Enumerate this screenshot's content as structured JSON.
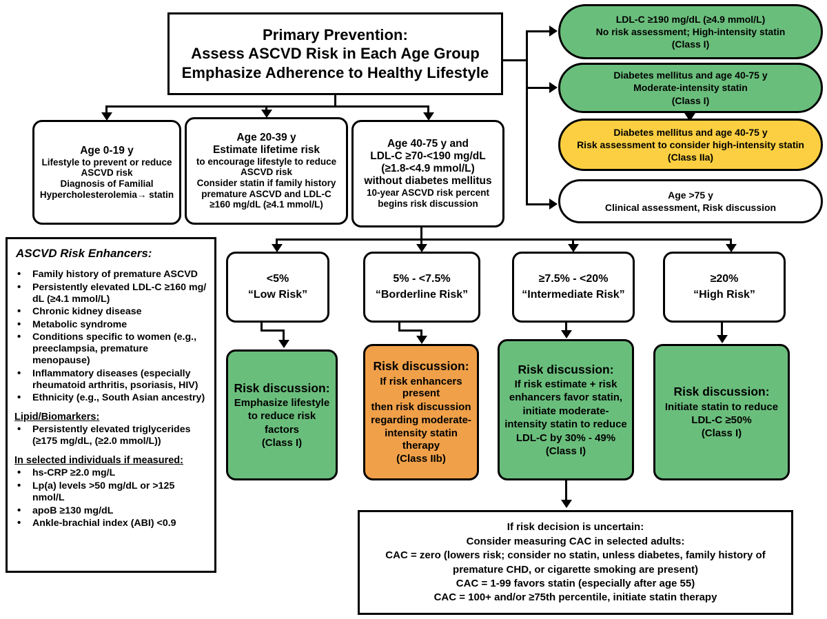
{
  "figure": {
    "type": "clinical-decision-flowchart",
    "colors": {
      "green": "#6ABE7C",
      "yellow": "#FBCF41",
      "orange": "#F0A049",
      "white": "#FFFFFF",
      "outline": "#000000"
    }
  },
  "title_box": {
    "lines": [
      "Primary Prevention:",
      "Assess ASCVD Risk in Each Age Group",
      "Emphasize Adherence to Healthy Lifestyle"
    ]
  },
  "right_column": [
    {
      "id": "ldl-190",
      "color": "green",
      "lines": [
        "LDL-C ≥190 mg/dL (≥4.9 mmol/L)",
        "No risk assessment; High-intensity statin",
        "(Class I)"
      ]
    },
    {
      "id": "diabetes-moderate",
      "color": "green",
      "lines": [
        "Diabetes mellitus and age 40-75 y",
        "Moderate-intensity statin",
        "(Class I)"
      ]
    },
    {
      "id": "diabetes-high-consider",
      "color": "yellow",
      "lines": [
        "Diabetes mellitus and age 40-75 y",
        "Risk assessment to consider high-intensity statin",
        "(Class IIa)"
      ]
    },
    {
      "id": "age-over-75",
      "color": "white",
      "lines": [
        "Age >75 y",
        "Clinical assessment, Risk discussion"
      ]
    }
  ],
  "age_groups": [
    {
      "id": "age-0-19",
      "lines": [
        {
          "text": "Age 0-19 y",
          "style": "med"
        },
        {
          "text": "Lifestyle to prevent or reduce",
          "style": "sm"
        },
        {
          "text": "ASCVD risk",
          "style": "sm"
        },
        {
          "text": "Diagnosis of Familial",
          "style": "sm"
        },
        {
          "text": "Hypercholesterolemia→ statin",
          "style": "sm"
        }
      ]
    },
    {
      "id": "age-20-39",
      "lines": [
        {
          "text": "Age 20-39 y",
          "style": "med"
        },
        {
          "text": "Estimate lifetime risk",
          "style": "med"
        },
        {
          "text": "to encourage lifestyle to reduce",
          "style": "sm"
        },
        {
          "text": "ASCVD risk",
          "style": "sm"
        },
        {
          "text": "Consider statin if family history",
          "style": "sm"
        },
        {
          "text": "premature ASCVD and LDL-C",
          "style": "sm"
        },
        {
          "text": "≥160 mg/dL (≥4.1 mmol/L)",
          "style": "sm"
        }
      ]
    },
    {
      "id": "age-40-75",
      "lines": [
        {
          "text": "Age 40-75 y and",
          "style": "med"
        },
        {
          "text": "LDL-C ≥70-<190 mg/dL",
          "style": "med"
        },
        {
          "text": "(≥1.8-<4.9 mmol/L)",
          "style": "med"
        },
        {
          "text": "without diabetes mellitus",
          "style": "med"
        },
        {
          "text": "10-year ASCVD risk percent",
          "style": "sm"
        },
        {
          "text": "begins risk discussion",
          "style": "sm"
        }
      ]
    }
  ],
  "enhancers_panel": {
    "title": "ASCVD Risk Enhancers:",
    "items": [
      "Family history of premature ASCVD",
      "Persistently elevated LDL-C ≥160 mg/ dL (≥4.1 mmol/L)",
      "Chronic kidney disease",
      "Metabolic syndrome",
      "Conditions specific to women (e.g., preeclampsia, premature menopause)",
      "Inflammatory diseases (especially rheumatoid arthritis, psoriasis, HIV)",
      "Ethnicity (e.g., South Asian ancestry)"
    ],
    "lipid_heading": "Lipid/Biomarkers:",
    "lipid_items": [
      "Persistently elevated triglycerides (≥175 mg/dL,  (≥2.0 mmol/L))"
    ],
    "measured_heading": "In selected individuals if measured:",
    "measured_items": [
      "hs-CRP ≥2.0 mg/L",
      "Lp(a) levels >50 mg/dL or >125 nmol/L",
      "apoB ≥130 mg/dL",
      "Ankle-brachial index (ABI) <0.9"
    ]
  },
  "risk_tiers": [
    {
      "id": "low",
      "range": "<5%",
      "label": "“Low Risk”"
    },
    {
      "id": "borderline",
      "range": "5% - <7.5%",
      "label": "“Borderline Risk”"
    },
    {
      "id": "intermediate",
      "range": "≥7.5% - <20%",
      "label": "“Intermediate Risk”"
    },
    {
      "id": "high",
      "range": "≥20%",
      "label": "“High Risk”"
    }
  ],
  "outcomes": [
    {
      "id": "outcome-low",
      "color": "green",
      "heading": "Risk discussion:",
      "lines": [
        "Emphasize lifestyle",
        "to reduce risk",
        "factors",
        "(Class I)"
      ]
    },
    {
      "id": "outcome-borderline",
      "color": "orange",
      "heading": "Risk discussion:",
      "lines": [
        "If risk enhancers present",
        "then risk discussion",
        "regarding moderate-",
        "intensity statin therapy",
        "(Class IIb)"
      ]
    },
    {
      "id": "outcome-intermediate",
      "color": "green",
      "heading": "Risk discussion:",
      "lines": [
        "If risk estimate + risk",
        "enhancers favor statin,",
        "initiate moderate-",
        "intensity statin to reduce",
        "LDL-C by 30% - 49%",
        "(Class I)"
      ]
    },
    {
      "id": "outcome-high",
      "color": "green",
      "heading": "Risk discussion:",
      "lines": [
        "Initiate statin to reduce",
        "LDL-C ≥50%",
        "(Class I)"
      ]
    }
  ],
  "cac_box": {
    "lines": [
      "If risk decision is uncertain:",
      "Consider measuring CAC in selected adults:",
      "CAC = zero (lowers risk; consider no statin, unless diabetes, family history of",
      "premature CHD, or cigarette smoking are present)",
      "CAC = 1-99 favors statin (especially after age 55)",
      "CAC = 100+ and/or ≥75th percentile, initiate statin therapy"
    ]
  }
}
